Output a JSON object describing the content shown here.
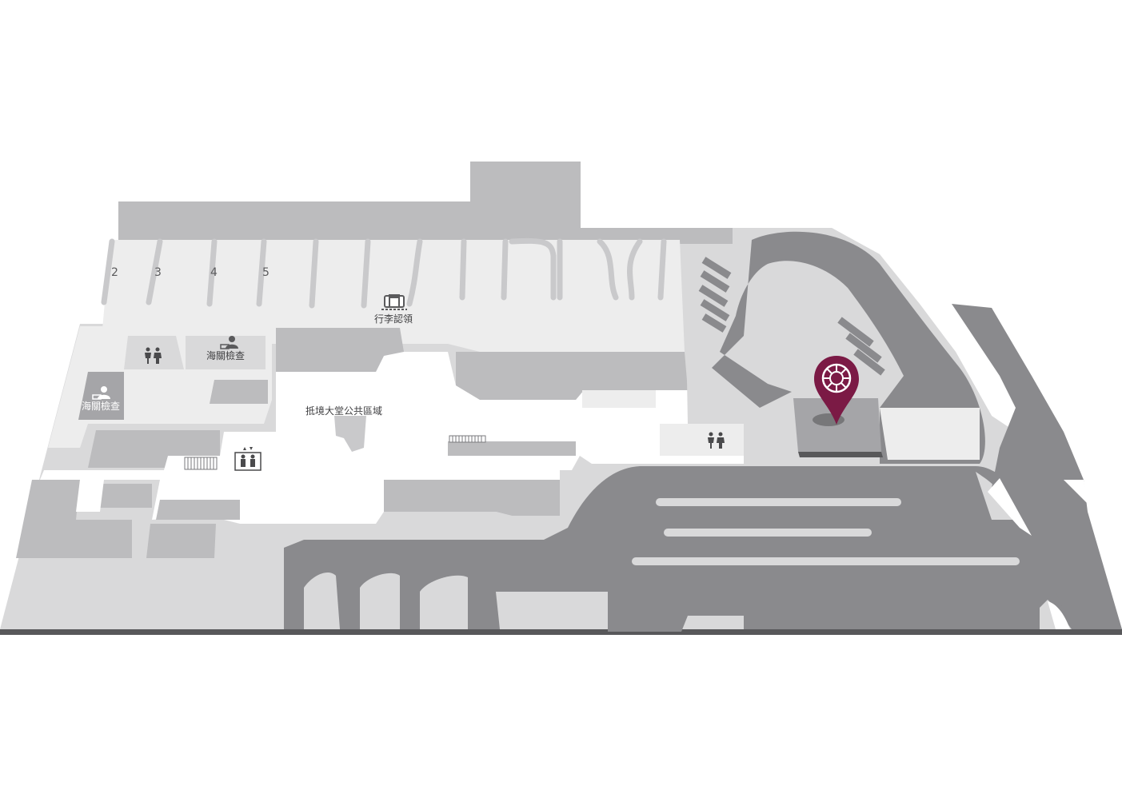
{
  "map": {
    "gate_numbers": [
      "2",
      "3",
      "4",
      "5"
    ],
    "labels": {
      "baggage_claim": "行李認領",
      "customs_1": "海關檢查",
      "customs_2": "海關檢查",
      "arrival_hall": "抵境大堂公共區域"
    },
    "icons": {
      "baggage_claim": "baggage-icon",
      "customs": "customs-officer-icon",
      "restroom": "restroom-icon",
      "elevator": "elevator-icon",
      "location_pin": "location-pin-icon"
    },
    "colors": {
      "background": "#ffffff",
      "floor_white": "#ffffff",
      "floor_light": "#ededed",
      "floor_mid": "#d9d9da",
      "block_mid": "#bcbcbe",
      "block_dark": "#a5a5a8",
      "road": "#8a8a8d",
      "edge": "#58585a",
      "pin": "#7b1a45"
    }
  }
}
